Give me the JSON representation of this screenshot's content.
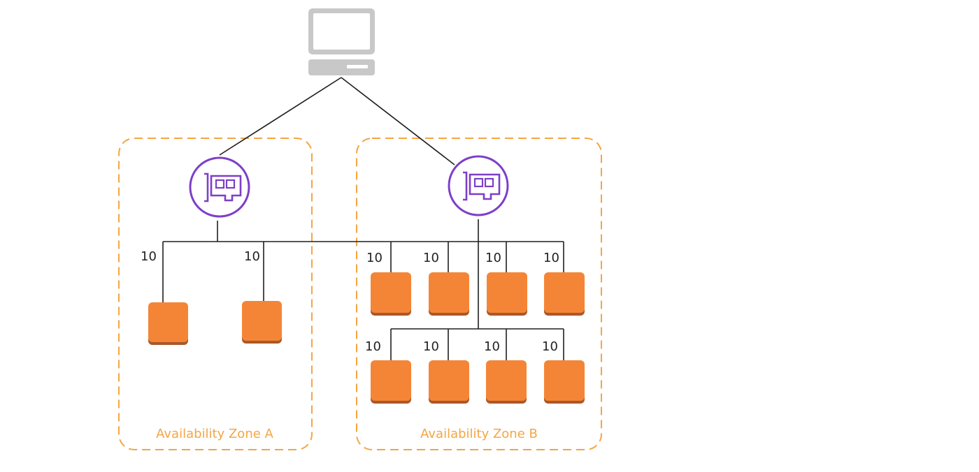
{
  "colors": {
    "zone": "#f5a542",
    "load_balancer": "#7d3fc8",
    "instance": "#f58536",
    "instance_shadow": "#a9582a",
    "client": "#c8c8c8"
  },
  "icons": {
    "client": "laptop-icon",
    "load_balancer": "load-balancer-icon",
    "instance": "ec2-instance-icon"
  },
  "zones": [
    {
      "label": "Availability Zone A"
    },
    {
      "label": "Availability Zone B"
    }
  ],
  "weights": {
    "zone_a": [
      "10",
      "10"
    ],
    "zone_b_row1": [
      "10",
      "10",
      "10",
      "10"
    ],
    "zone_b_row2": [
      "10",
      "10",
      "10",
      "10"
    ]
  }
}
